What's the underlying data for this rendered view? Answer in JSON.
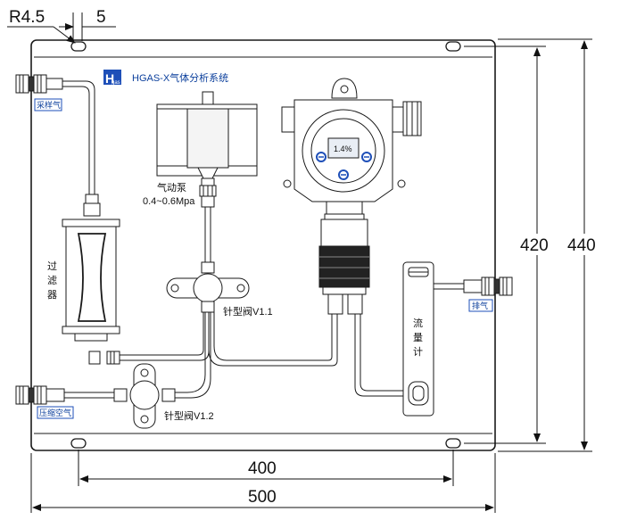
{
  "dimensions": {
    "corner_radius": "R4.5",
    "hole_offset": "5",
    "inner_height": "420",
    "outer_height": "440",
    "hole_spacing": "400",
    "outer_width": "500"
  },
  "brand": {
    "logo_text": "gas",
    "logo_letter": "H",
    "title": "HGAS-X气体分析系统"
  },
  "ports": {
    "sample_gas": "采样气",
    "exhaust": "排气",
    "compressed_air": "压缩空气"
  },
  "components": {
    "pump_name": "气动泵",
    "pump_pressure": "0.4~0.6Mpa",
    "filter": [
      "过",
      "滤",
      "器"
    ],
    "valve_1": "针型阀V1.1",
    "valve_2": "针型阀V1.2",
    "flowmeter": [
      "流",
      "量",
      "计"
    ],
    "detector_display": "1.4%"
  },
  "colors": {
    "line": "#1a1a1a",
    "tag_border": "#1e4fb8",
    "tag_text": "#0b3f9c",
    "logo_bg": "#1e4fb8",
    "detector_screen": "#e9eef5"
  }
}
